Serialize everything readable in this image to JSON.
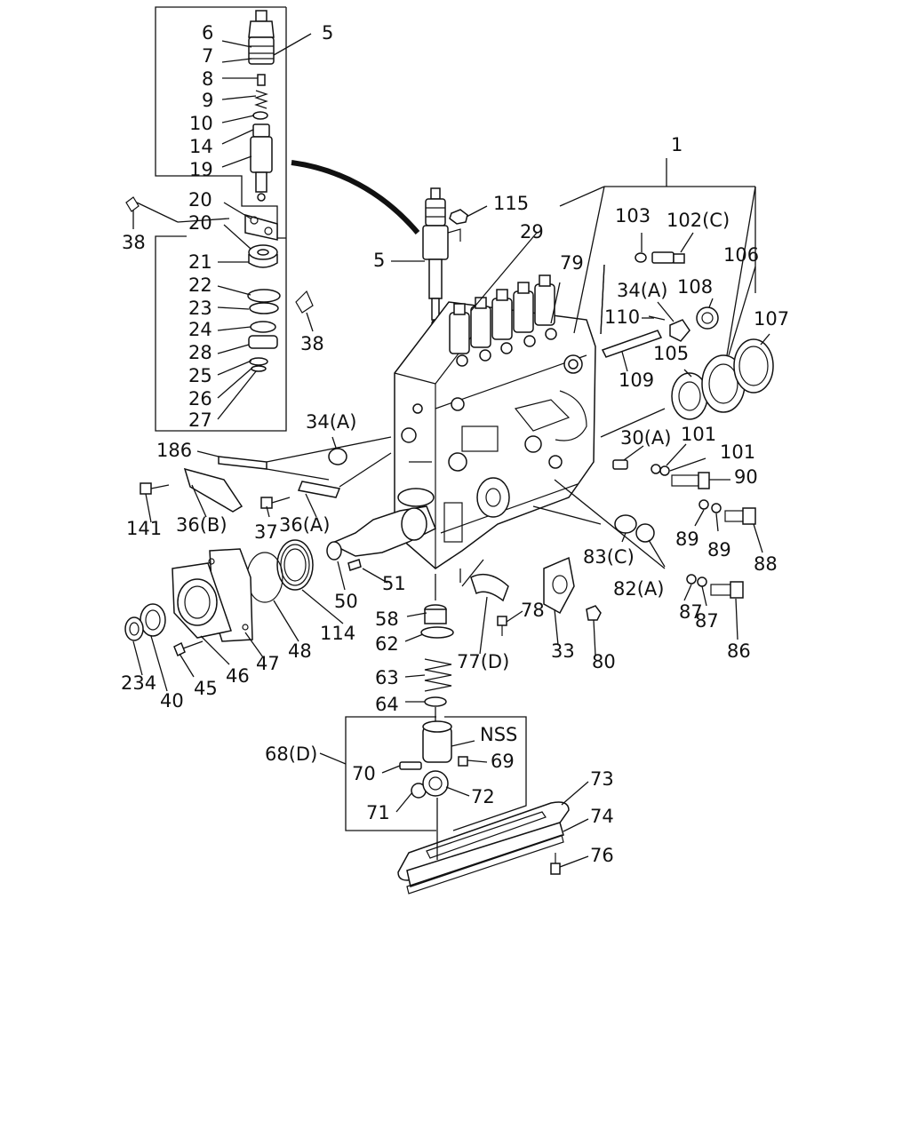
{
  "diagram": {
    "type": "exploded-parts-diagram",
    "callouts": [
      {
        "id": "c-6",
        "text": "6"
      },
      {
        "id": "c-5a",
        "text": "5"
      },
      {
        "id": "c-7",
        "text": "7"
      },
      {
        "id": "c-8",
        "text": "8"
      },
      {
        "id": "c-9",
        "text": "9"
      },
      {
        "id": "c-10",
        "text": "10"
      },
      {
        "id": "c-14",
        "text": "14"
      },
      {
        "id": "c-19",
        "text": "19"
      },
      {
        "id": "c-20a",
        "text": "20"
      },
      {
        "id": "c-20b",
        "text": "20"
      },
      {
        "id": "c-38a",
        "text": "38"
      },
      {
        "id": "c-21",
        "text": "21"
      },
      {
        "id": "c-22",
        "text": "22"
      },
      {
        "id": "c-23",
        "text": "23"
      },
      {
        "id": "c-24",
        "text": "24"
      },
      {
        "id": "c-28",
        "text": "28"
      },
      {
        "id": "c-25",
        "text": "25"
      },
      {
        "id": "c-26",
        "text": "26"
      },
      {
        "id": "c-27",
        "text": "27"
      },
      {
        "id": "c-38b",
        "text": "38"
      },
      {
        "id": "c-1",
        "text": "1"
      },
      {
        "id": "c-115",
        "text": "115"
      },
      {
        "id": "c-5b",
        "text": "5"
      },
      {
        "id": "c-29",
        "text": "29"
      },
      {
        "id": "c-79",
        "text": "79"
      },
      {
        "id": "c-103",
        "text": "103"
      },
      {
        "id": "c-102c",
        "text": "102(C)"
      },
      {
        "id": "c-106",
        "text": "106"
      },
      {
        "id": "c-34a1",
        "text": "34(A)"
      },
      {
        "id": "c-108",
        "text": "108"
      },
      {
        "id": "c-107",
        "text": "107"
      },
      {
        "id": "c-110",
        "text": "110"
      },
      {
        "id": "c-105",
        "text": "105"
      },
      {
        "id": "c-109",
        "text": "109"
      },
      {
        "id": "c-34a2",
        "text": "34(A)"
      },
      {
        "id": "c-30a",
        "text": "30(A)"
      },
      {
        "id": "c-101a",
        "text": "101"
      },
      {
        "id": "c-101b",
        "text": "101"
      },
      {
        "id": "c-90",
        "text": "90"
      },
      {
        "id": "c-186",
        "text": "186"
      },
      {
        "id": "c-141",
        "text": "141"
      },
      {
        "id": "c-36b",
        "text": "36(B)"
      },
      {
        "id": "c-37",
        "text": "37"
      },
      {
        "id": "c-36a",
        "text": "36(A)"
      },
      {
        "id": "c-89a",
        "text": "89"
      },
      {
        "id": "c-89b",
        "text": "89"
      },
      {
        "id": "c-88",
        "text": "88"
      },
      {
        "id": "c-83c",
        "text": "83(C)"
      },
      {
        "id": "c-82a",
        "text": "82(A)"
      },
      {
        "id": "c-51",
        "text": "51"
      },
      {
        "id": "c-50",
        "text": "50"
      },
      {
        "id": "c-114",
        "text": "114"
      },
      {
        "id": "c-48",
        "text": "48"
      },
      {
        "id": "c-47",
        "text": "47"
      },
      {
        "id": "c-46",
        "text": "46"
      },
      {
        "id": "c-45",
        "text": "45"
      },
      {
        "id": "c-40",
        "text": "40"
      },
      {
        "id": "c-234",
        "text": "234"
      },
      {
        "id": "c-58",
        "text": "58"
      },
      {
        "id": "c-62",
        "text": "62"
      },
      {
        "id": "c-78",
        "text": "78"
      },
      {
        "id": "c-77d",
        "text": "77(D)"
      },
      {
        "id": "c-33",
        "text": "33"
      },
      {
        "id": "c-80",
        "text": "80"
      },
      {
        "id": "c-87a",
        "text": "87"
      },
      {
        "id": "c-87b",
        "text": "87"
      },
      {
        "id": "c-86",
        "text": "86"
      },
      {
        "id": "c-63",
        "text": "63"
      },
      {
        "id": "c-64",
        "text": "64"
      },
      {
        "id": "c-nss",
        "text": "NSS"
      },
      {
        "id": "c-68d",
        "text": "68(D)"
      },
      {
        "id": "c-70",
        "text": "70"
      },
      {
        "id": "c-69",
        "text": "69"
      },
      {
        "id": "c-71",
        "text": "71"
      },
      {
        "id": "c-72",
        "text": "72"
      },
      {
        "id": "c-73",
        "text": "73"
      },
      {
        "id": "c-74",
        "text": "74"
      },
      {
        "id": "c-76",
        "text": "76"
      }
    ]
  }
}
